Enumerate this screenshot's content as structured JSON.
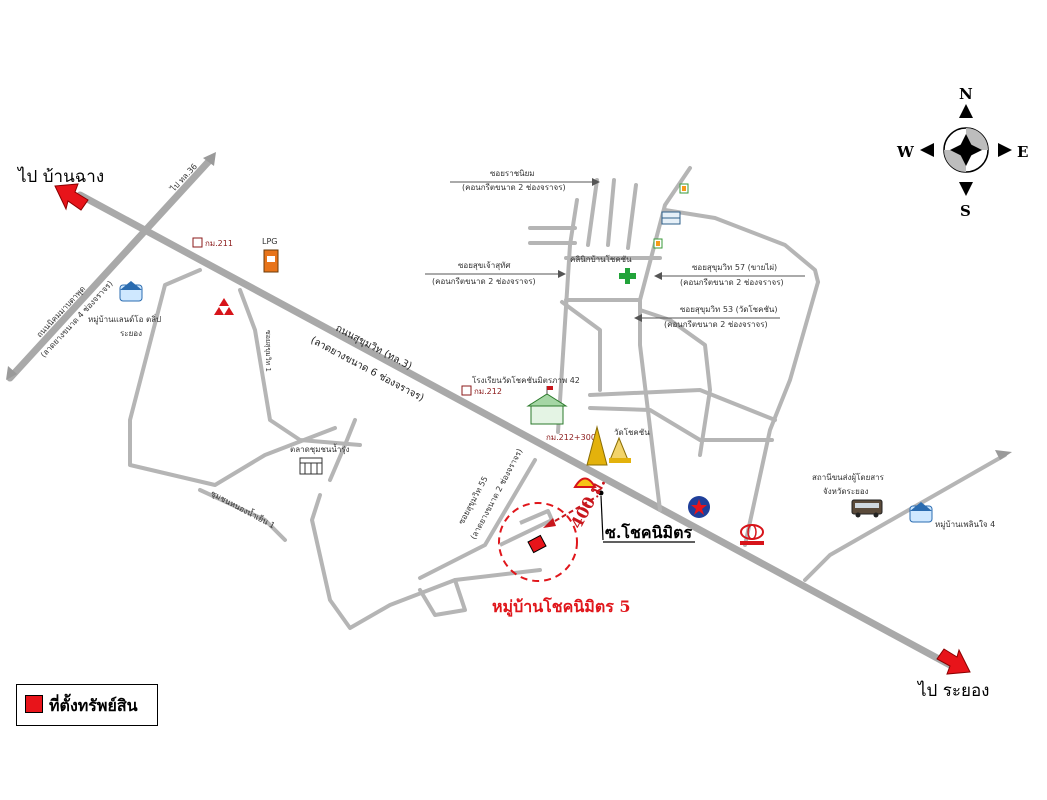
{
  "destinations": {
    "to_ban_chang": "ไป บ้านฉาง",
    "to_rayong": "ไป ระยอง"
  },
  "compass": {
    "n": "N",
    "s": "S",
    "e": "E",
    "w": "W"
  },
  "roads": {
    "sukhumvit": "ถนนสุขุมวิท (ทล.3)",
    "sukhumvit_lanes": "(ลาดยางขนาด 6 ช่องจราจร)",
    "nikhom_road": "ถนนนิคมมาบตาพุด",
    "nikhom_lanes": "(ลาดยางขนาด 4 ช่องจราจร)",
    "to_route36": "ไป ทล.36",
    "soi_ratniyom": "ซอยราชนิยม",
    "soi_ratniyom_lanes": "(คอนกรีตขนาด 2 ช่องจราจร)",
    "soi_suchao": "ซอยสุขเจ้าสุทัศ",
    "soi_suchao_lanes": "(คอนกรีตขนาด 2 ช่องจราจร)",
    "soi_57": "ซอยสุขุมวิท 57 (ขายไผ่)",
    "soi_57_lanes": "(คอนกรีตขนาด 2 ช่องจราจร)",
    "soi_53": "ซอยสุขุมวิท 53 (วัดโชคชัน)",
    "soi_53_lanes": "(คอนกรีตขนาด 2 ช่องจราจร)",
    "soi_55": "ซอยสุขุมวิท 55",
    "soi_55_lanes": "(ลาดยางขนาด 2 ช่องจราจร)",
    "soi_vertical": "ซอยสุขุมวิท 1",
    "village_road": "ชุมชนหนองน้ำเย็น 1"
  },
  "km_markers": {
    "km211": "กม.211",
    "km212": "กม.212",
    "km212_300": "กม.212+300"
  },
  "landmarks": {
    "lpg": "LPG",
    "village_land": "หมู่บ้านแลนด์โอ ตลิ่ป",
    "village_land_2": "ระยอง",
    "market": "ตลาดชุมชนน้ำรุ่ง",
    "clinic": "คลินิกบ้านโชคชัน",
    "school": "โรงเรียนวัดโชคชันมิตรภาพ 42",
    "temple": "วัดโชคชัน",
    "bus_station": "สถานีขนส่งผู้โดยสาร",
    "bus_station_2": "จังหวัดระยอง",
    "village_east": "หมู่บ้านเพลินใจ 4"
  },
  "property": {
    "soi_name": "ซ.โชคนิมิตร",
    "distance": "400 ม.",
    "village_name": "หมู่บ้านโชคนิมิตร 5"
  },
  "legend": {
    "label": "ที่ตั้งทรัพย์สิน",
    "swatch_color": "#e8141a"
  },
  "colors": {
    "road": "#b5b5b5",
    "arrow": "#e8141a",
    "highlight": "#e0161b"
  }
}
